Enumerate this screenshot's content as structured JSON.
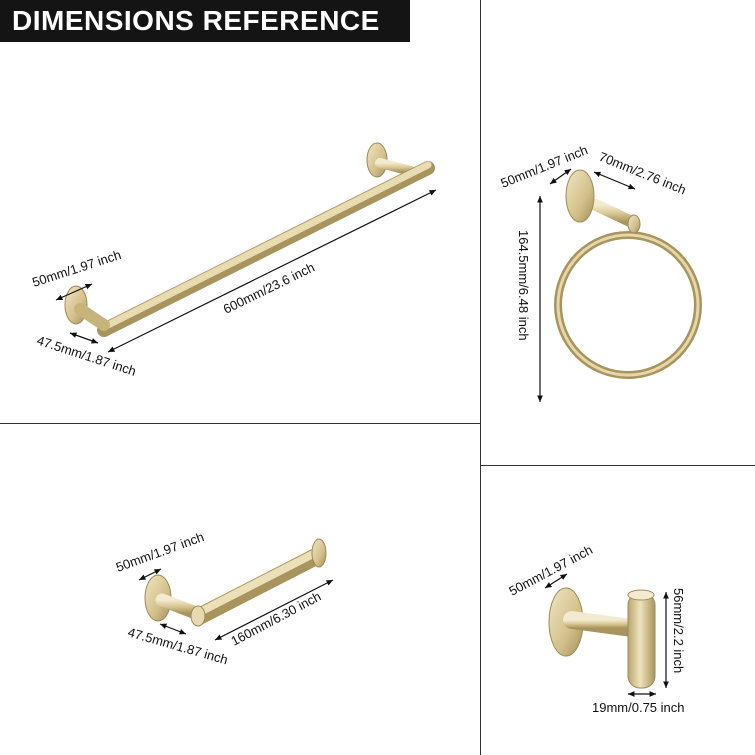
{
  "title": "DIMENSIONS REFERENCE",
  "colors": {
    "metal_light": "#efe4bf",
    "metal_mid": "#d8c793",
    "metal_dark": "#a8955e",
    "accent": "#141414"
  },
  "towel_bar": {
    "mount_diameter": "50mm/1.97 inch",
    "length": "600mm/23.6 inch",
    "projection": "47.5mm/1.87 inch"
  },
  "towel_ring": {
    "mount_diameter": "50mm/1.97 inch",
    "projection": "70mm/2.76 inch",
    "height": "164.5mm/6.48 inch"
  },
  "paper_holder": {
    "mount_diameter": "50mm/1.97 inch",
    "length": "160mm/6.30 inch",
    "projection": "47.5mm/1.87 inch"
  },
  "robe_hook": {
    "mount_diameter": "50mm/1.97 inch",
    "height": "56mm/2.2 inch",
    "width": "19mm/0.75 inch"
  }
}
